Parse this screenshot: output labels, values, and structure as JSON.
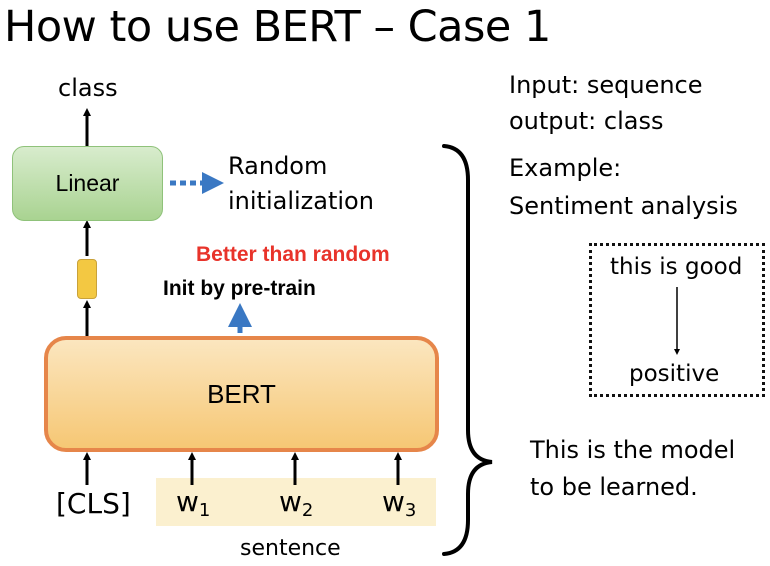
{
  "title": "How to use BERT – Case 1",
  "diagram": {
    "output_label": "class",
    "linear_label": "Linear",
    "random_init": [
      "Random",
      "initialization"
    ],
    "better_label": "Better than random",
    "init_label": "Init by pre-train",
    "bert_label": "BERT",
    "cls_label": "[CLS]",
    "tokens": [
      {
        "base": "w",
        "sub": "1"
      },
      {
        "base": "w",
        "sub": "2"
      },
      {
        "base": "w",
        "sub": "3"
      }
    ],
    "sentence_label": "sentence",
    "brace_note": [
      "This is the model",
      "to be learned."
    ]
  },
  "right_panel": {
    "io": [
      "Input:  sequence",
      "output: class"
    ],
    "example": [
      "Example:",
      "Sentiment analysis"
    ],
    "example_input": "this is good",
    "example_output": "positive"
  },
  "colors": {
    "linear_fill": "#a9d391",
    "bert_fill": "#f6c774",
    "bert_border": "#e6864a",
    "accent_blue": "#3a78c3",
    "accent_red": "#e8332a",
    "token_yellow": "#f3c842",
    "sentence_bg": "#fbf0cf"
  }
}
